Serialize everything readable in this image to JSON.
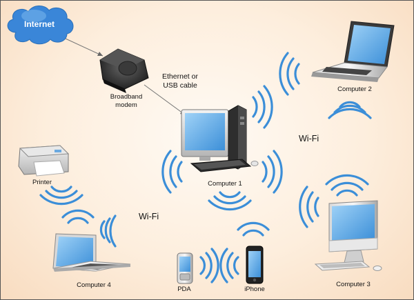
{
  "internet": {
    "label": "Internet"
  },
  "modem": {
    "label_line1": "Broadband",
    "label_line2": "modem"
  },
  "cable": {
    "label_line1": "Ethernet or",
    "label_line2": "USB cable"
  },
  "devices": {
    "computer1": "Computer 1",
    "computer2": "Computer 2",
    "computer3": "Computer 3",
    "computer4": "Computer 4",
    "printer": "Printer",
    "pda": "PDA",
    "iphone": "iPhone"
  },
  "wifi_labels": {
    "right": "Wi-Fi",
    "left": "Wi-Fi"
  },
  "colors": {
    "cloud": "#3a86d8",
    "wifi_arc": "#3b8ed8",
    "screen": "#6fb6ef",
    "background": "#fdeedd"
  },
  "icons": [
    "cloud-icon",
    "modem-icon",
    "desktop-computer-icon",
    "laptop-icon",
    "imac-icon",
    "printer-icon",
    "pda-icon",
    "smartphone-icon",
    "wifi-signal-icon"
  ]
}
